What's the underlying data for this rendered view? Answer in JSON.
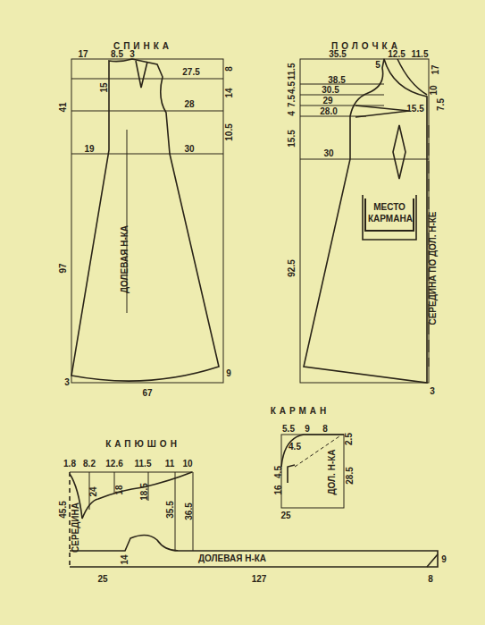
{
  "diagram": {
    "nodes": [
      {
        "text": [
          "МЕСТО КАРМАНА"
        ]
      }
    ],
    "labels": [
      "СПИНКА",
      "17",
      "8.5",
      "3",
      "15",
      "27.5",
      "8",
      "14",
      "28",
      "10.5",
      "41",
      "19",
      "30",
      "ДОЛЕВАЯ Н-КА",
      "97",
      "3",
      "9",
      "67",
      "ПОЛОЧКА",
      "35.5",
      "12.5",
      "11.5",
      "5",
      "11.5",
      "4.5",
      "38.5",
      "30.5",
      "7.5",
      "29",
      "4",
      "28.0",
      "15.5",
      "17",
      "10",
      "7.5",
      "15.5",
      "30",
      "92.5",
      "СЕРЕДИНА ПО ДОЛ. Н-КЕ",
      "3",
      "КАПЮШОН",
      "1.8",
      "8.2",
      "12.6",
      "11.5",
      "11",
      "10",
      "45.5",
      "СЕРЕДИНА",
      "24",
      "18",
      "18.5",
      "35.5",
      "36.5",
      "14",
      "ДОЛЕВАЯ Н-КА",
      "25",
      "127",
      "8",
      "9",
      "КАРМАН",
      "5.5",
      "9",
      "8",
      "2.5",
      "4.5",
      "4.5",
      "16",
      "ДОЛ. Н-КА",
      "28.5",
      "25"
    ]
  }
}
